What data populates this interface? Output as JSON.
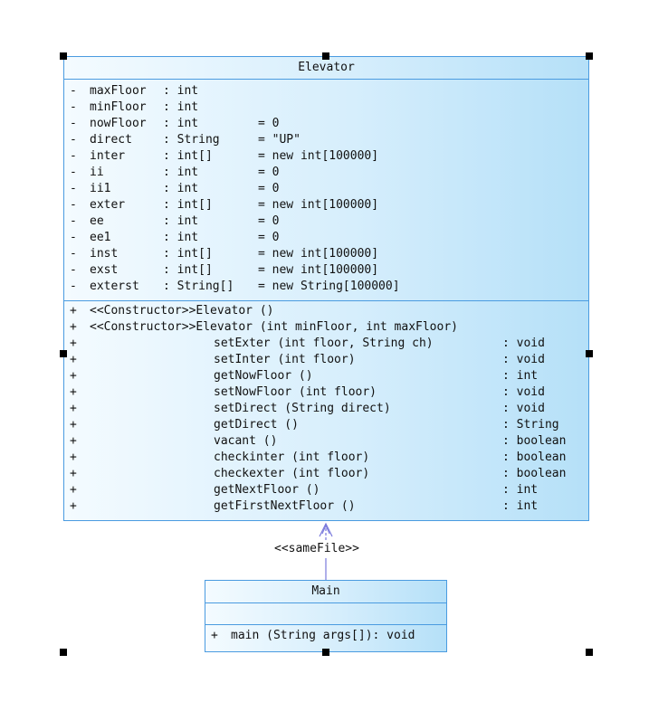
{
  "elevator": {
    "name": "Elevator",
    "attributes": [
      {
        "vis": "-",
        "name": "maxFloor",
        "type": ": int",
        "init": ""
      },
      {
        "vis": "-",
        "name": "minFloor",
        "type": ": int",
        "init": ""
      },
      {
        "vis": "-",
        "name": "nowFloor",
        "type": ": int",
        "init": "= 0"
      },
      {
        "vis": "-",
        "name": "direct",
        "type": ": String",
        "init": "= \"UP\""
      },
      {
        "vis": "-",
        "name": "inter",
        "type": ": int[]",
        "init": "= new int[100000]"
      },
      {
        "vis": "-",
        "name": "ii",
        "type": ": int",
        "init": "= 0"
      },
      {
        "vis": "-",
        "name": "ii1",
        "type": ": int",
        "init": "= 0"
      },
      {
        "vis": "-",
        "name": "exter",
        "type": ": int[]",
        "init": "= new int[100000]"
      },
      {
        "vis": "-",
        "name": "ee",
        "type": ": int",
        "init": "= 0"
      },
      {
        "vis": "-",
        "name": "ee1",
        "type": ": int",
        "init": "= 0"
      },
      {
        "vis": "-",
        "name": "inst",
        "type": ": int[]",
        "init": "= new int[100000]"
      },
      {
        "vis": "-",
        "name": "exst",
        "type": ": int[]",
        "init": "= new int[100000]"
      },
      {
        "vis": "-",
        "name": "exterst",
        "type": ": String[]",
        "init": "= new String[100000]"
      }
    ],
    "constructors": [
      {
        "vis": "+",
        "text": "<<Constructor>>Elevator ()"
      },
      {
        "vis": "+",
        "text": "<<Constructor>>Elevator (int minFloor, int maxFloor)"
      }
    ],
    "methods": [
      {
        "vis": "+",
        "sig": "setExter (int floor, String ch)",
        "ret": ": void"
      },
      {
        "vis": "+",
        "sig": "setInter (int floor)",
        "ret": ": void"
      },
      {
        "vis": "+",
        "sig": "getNowFloor ()",
        "ret": ": int"
      },
      {
        "vis": "+",
        "sig": "setNowFloor (int floor)",
        "ret": ": void"
      },
      {
        "vis": "+",
        "sig": "setDirect (String direct)",
        "ret": ": void"
      },
      {
        "vis": "+",
        "sig": "getDirect ()",
        "ret": ": String"
      },
      {
        "vis": "+",
        "sig": "vacant ()",
        "ret": ": boolean"
      },
      {
        "vis": "+",
        "sig": "checkinter (int floor)",
        "ret": ": boolean"
      },
      {
        "vis": "+",
        "sig": "checkexter (int floor)",
        "ret": ": boolean"
      },
      {
        "vis": "+",
        "sig": "getNextFloor ()",
        "ret": ": int"
      },
      {
        "vis": "+",
        "sig": "getFirstNextFloor ()",
        "ret": ": int"
      }
    ]
  },
  "relation": {
    "label": "<<sameFile>>"
  },
  "main_class": {
    "name": "Main",
    "methods": [
      {
        "vis": "+",
        "text": "main (String args[]): void"
      }
    ]
  }
}
